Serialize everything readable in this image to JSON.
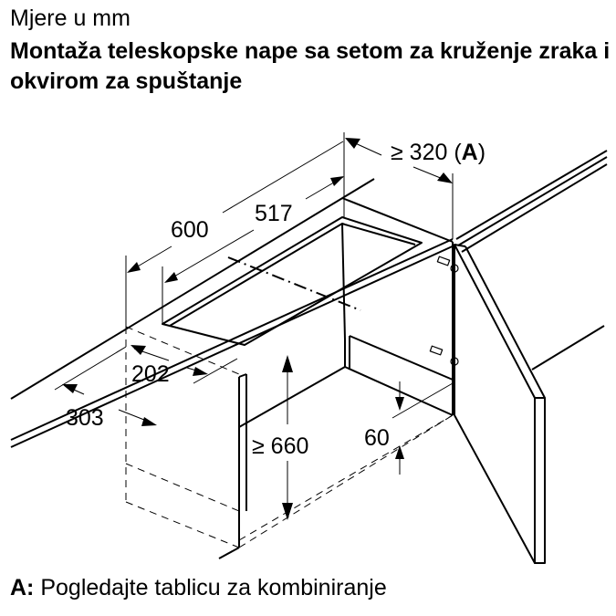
{
  "header": {
    "units": "Mjere u mm",
    "title": "Montaža teleskopske nape sa setom za kruženje zraka i okvirom za spuštanje"
  },
  "dimensions": {
    "d320": {
      "prefix": "≥ 320 (",
      "key": "A",
      "suffix": ")"
    },
    "d517": "517",
    "d600": "600",
    "d202": "202",
    "d303": "303",
    "d660": "≥ 660",
    "d60": "60"
  },
  "footer": {
    "key": "A:",
    "text": " Pogledajte tablicu za kombiniranje"
  }
}
